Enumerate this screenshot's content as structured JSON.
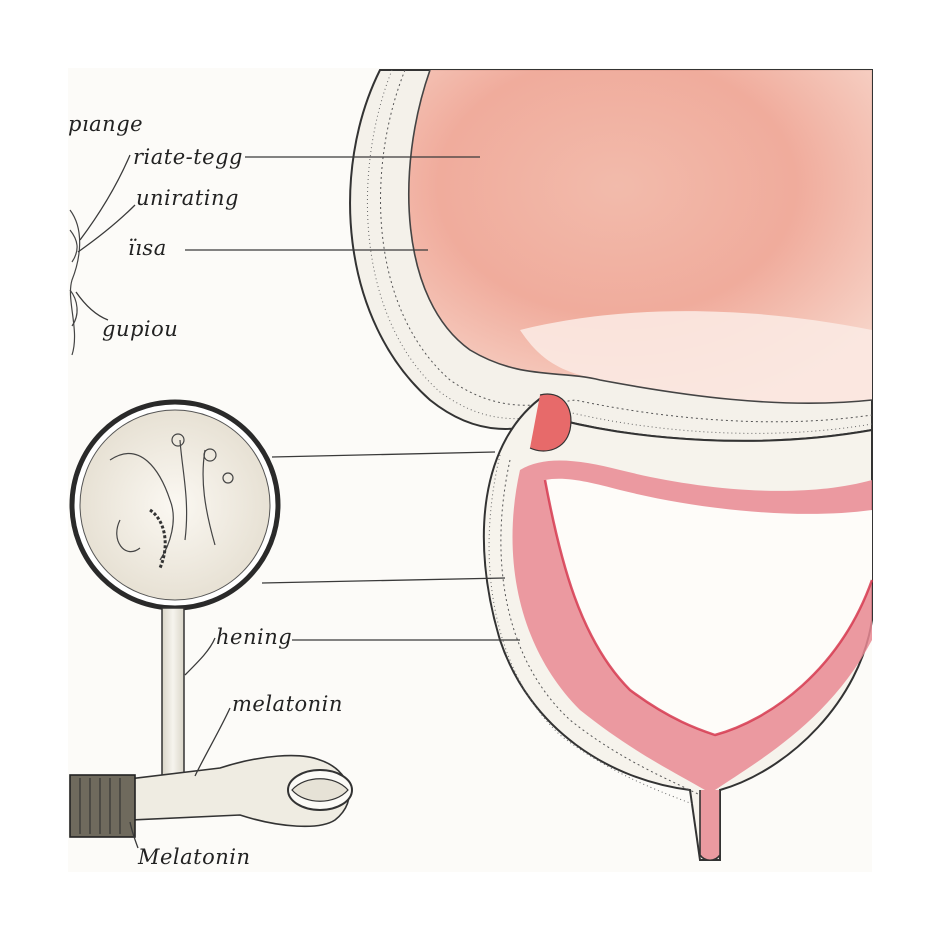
{
  "labels": {
    "top_left": "pıange",
    "label_1": "riate-tegg",
    "label_2": "unirating",
    "label_3": "ïısa",
    "label_4": "gupiou",
    "label_5": "hening",
    "label_6": "melatonin",
    "label_7": "Melatonin"
  },
  "colors": {
    "organ_wash": "#f0a898",
    "lumen_red": "#d63a50",
    "ink": "#2a2a2a"
  },
  "icons": {
    "lens": "magnifying-lens-icon",
    "tool": "tube-instrument-icon"
  }
}
